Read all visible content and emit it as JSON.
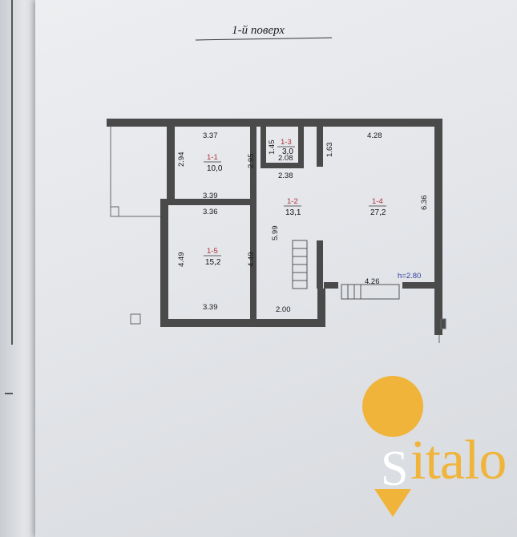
{
  "title": "1-й поверх",
  "rooms": [
    {
      "id": "1-1",
      "area": "10,0"
    },
    {
      "id": "1-2",
      "area": "13,1"
    },
    {
      "id": "1-3",
      "area": "3,0"
    },
    {
      "id": "1-4",
      "area": "27,2"
    },
    {
      "id": "1-5",
      "area": "15,2"
    }
  ],
  "dimensions": {
    "r11_top": "3.37",
    "r11_left": "2.94",
    "r11_right": "2.95",
    "r11_bottom": "3.39",
    "r13_h": "1.45",
    "r13_w": "2.08",
    "r12_top": "2.38",
    "r12_left": "1.63",
    "r14_top": "4.28",
    "r14_right": "6.36",
    "r14_bottom": "4.26",
    "r15_top": "3.36",
    "r15_left": "4.49",
    "r15_right": "4.49",
    "r15_bottom": "3.39",
    "r12_height": "5.99",
    "r12_bottom": "2.00"
  },
  "ceiling_height": "h=2.80",
  "logo": {
    "text": "italo",
    "accent": "#f0b43a"
  }
}
